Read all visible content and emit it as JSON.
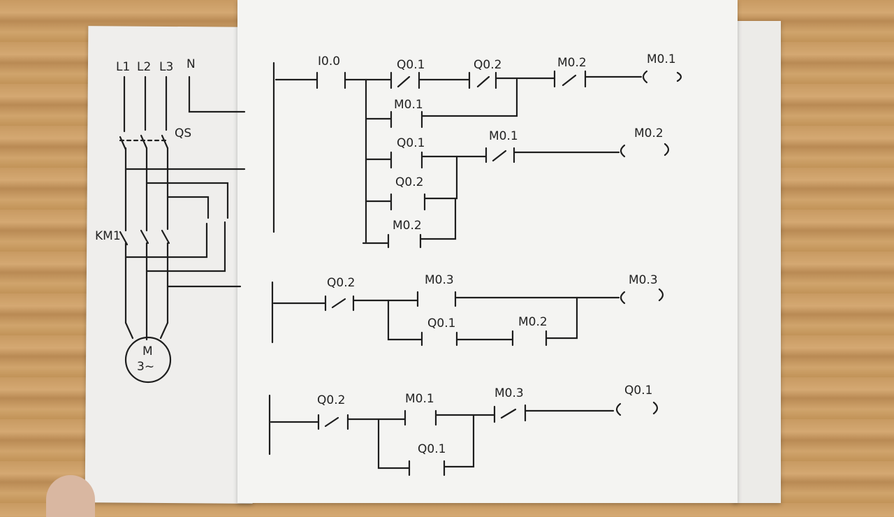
{
  "power_circuit": {
    "lines": [
      "L1",
      "L2",
      "L3",
      "N"
    ],
    "switch": "QS",
    "contactor": "KM1",
    "motor": {
      "name": "M",
      "type": "3~"
    }
  },
  "ladder": {
    "rung1": {
      "input": "I0.0",
      "contact_q01": "Q0.1",
      "contact_q02": "Q0.2",
      "contact_m02": "M0.2",
      "coil": "M0.1",
      "branch_m01": "M0.1",
      "branch_q01": "Q0.1",
      "contact_m01_nc": "M0.1",
      "coil_m02": "M0.2",
      "branch_q02": "Q0.2",
      "branch_m02": "M0.2"
    },
    "rung2": {
      "contact_q02": "Q0.2",
      "contact_m03": "M0.3",
      "coil": "M0.3",
      "branch_q01": "Q0.1",
      "branch_m02": "M0.2"
    },
    "rung3": {
      "contact_q02": "Q0.2",
      "contact_m01": "M0.1",
      "contact_m03": "M0.3",
      "coil": "Q0.1",
      "branch_q01": "Q0.1"
    }
  }
}
